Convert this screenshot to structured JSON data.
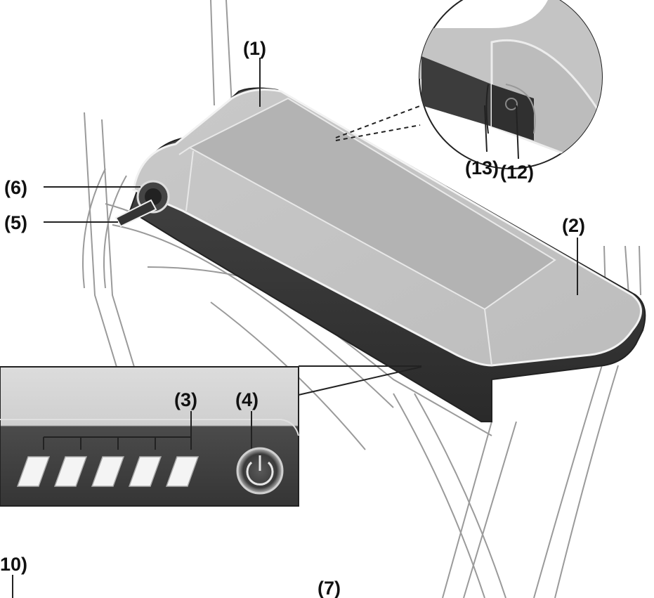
{
  "labels": {
    "l1": "(1)",
    "l2": "(2)",
    "l3": "(3)",
    "l4": "(4)",
    "l5": "(5)",
    "l6": "(6)",
    "l7": "(7)",
    "l10": "10)",
    "l12": "(12)",
    "l13": "(13)"
  },
  "led_count": 5
}
